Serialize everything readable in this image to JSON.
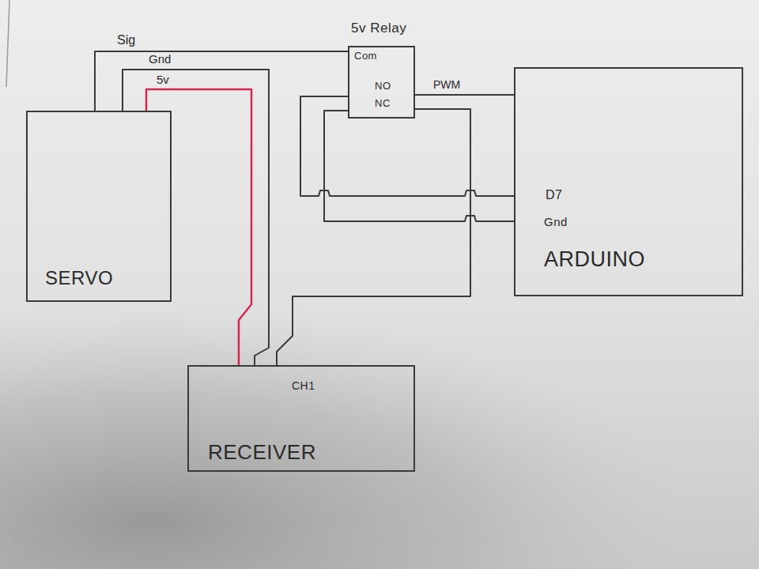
{
  "diagram": {
    "nodes": [
      {
        "text": [
          "5v Relay",
          "Com",
          "NO",
          "NC"
        ]
      },
      {
        "text": [
          "SERVO"
        ]
      },
      {
        "text": [
          "D7",
          "Gnd",
          "ARDUINO"
        ]
      },
      {
        "text": [
          "CH1",
          "RECEIVER"
        ]
      }
    ],
    "edges": [
      {
        "from": 1,
        "to": 0,
        "label": "Sig",
        "arrow": "none"
      },
      {
        "from": 1,
        "to": 3,
        "label": "Gnd",
        "arrow": "none"
      },
      {
        "from": 1,
        "to": 3,
        "label": "5v",
        "arrow": "none"
      },
      {
        "from": 0,
        "to": 2,
        "label": "PWM",
        "arrow": "none"
      },
      {
        "from": 0,
        "to": 2,
        "arrow": "none"
      },
      {
        "from": 0,
        "to": 2,
        "arrow": "none"
      },
      {
        "from": 0,
        "to": 3,
        "arrow": "none"
      }
    ]
  }
}
